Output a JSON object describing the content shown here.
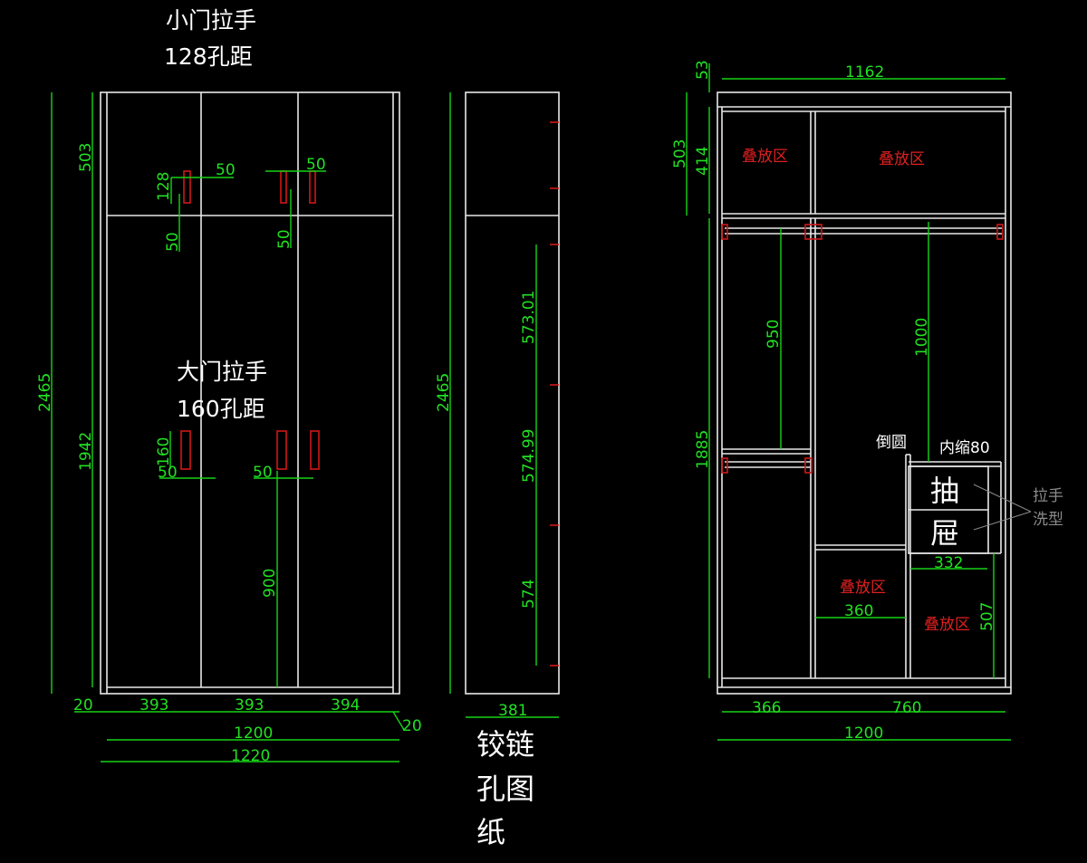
{
  "front_view": {
    "small_handle_note": [
      "小门拉手",
      "128孔距"
    ],
    "large_handle_note": [
      "大门拉手",
      "160孔距"
    ],
    "dims": {
      "total_height": "2465",
      "top_height": "503",
      "bottom_height": "1942",
      "small_spacing": "128",
      "small_offset_a": "50",
      "small_offset_b": "50",
      "small_drop_a": "50",
      "small_drop_b": "50",
      "large_spacing": "160",
      "large_offset_a": "50",
      "large_offset_b": "50",
      "handle_height": "900",
      "left_gap": "20",
      "door1": "393",
      "door2": "393",
      "door3": "394",
      "right_gap": "20",
      "inner_width": "1200",
      "outer_width": "1220"
    }
  },
  "side_view": {
    "dims": {
      "total_height": "2465",
      "hinge1": "573.01",
      "hinge2": "574.99",
      "hinge3": "574",
      "depth": "381"
    },
    "title": [
      "铰链",
      "孔图",
      "纸"
    ]
  },
  "interior_view": {
    "dims": {
      "top_gap": "53",
      "inner_width": "1162",
      "top_height": "503",
      "top_inner": "414",
      "hang_left": "950",
      "hang_right": "1000",
      "lower_height": "1885",
      "drawer_width": "332",
      "shelf_width": "360",
      "drawer_side": "507",
      "left_width": "366",
      "right_width": "760",
      "total_width": "1200"
    },
    "labels": {
      "storage1": "叠放区",
      "storage2": "叠放区",
      "storage3": "叠放区",
      "storage4": "叠放区",
      "rounded": "倒圆",
      "inset": "内缩80",
      "drawer1": "抽",
      "drawer2": "屉",
      "handle_style": [
        "拉手",
        "洗型"
      ]
    }
  }
}
